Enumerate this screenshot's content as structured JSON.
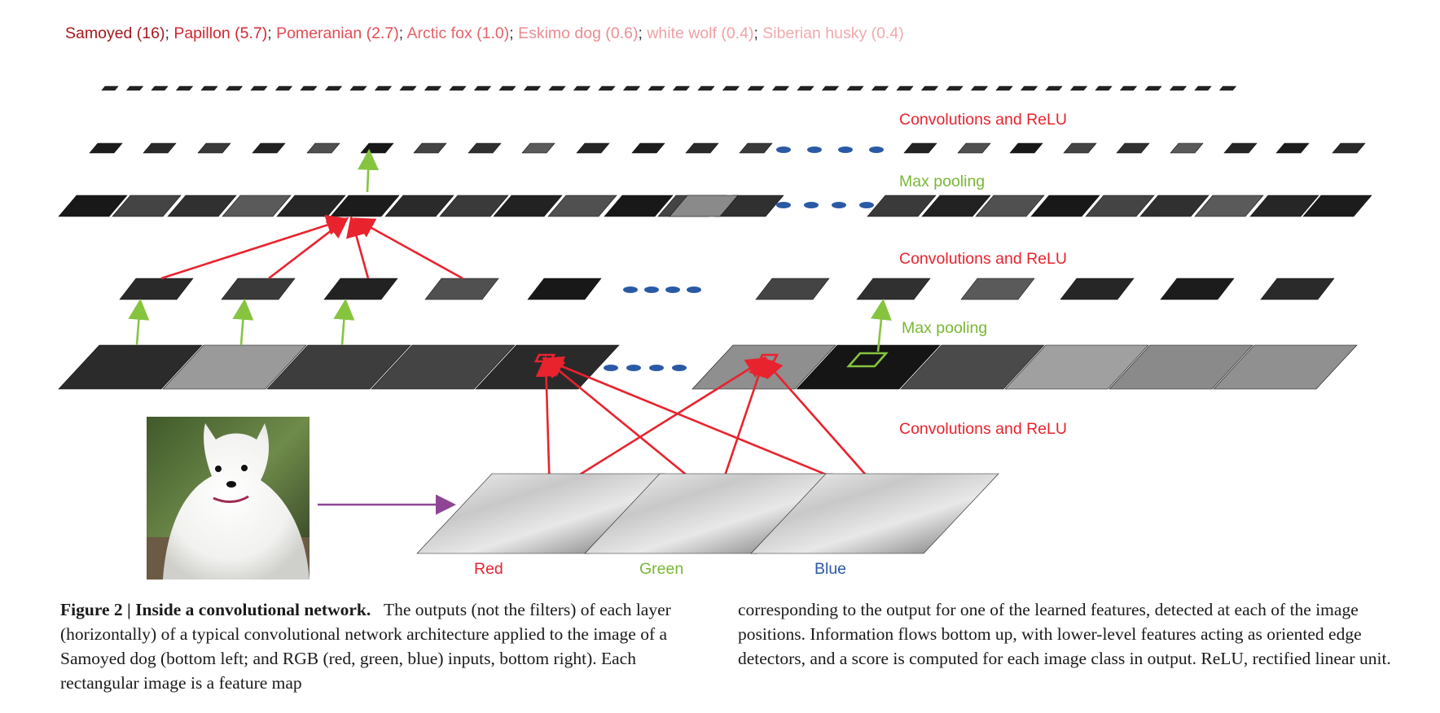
{
  "scores": [
    {
      "label": "Samoyed (16)",
      "color": "#a5181f"
    },
    {
      "label": "Papillon (5.7)",
      "color": "#d42631"
    },
    {
      "label": "Pomeranian (2.7)",
      "color": "#e34b54"
    },
    {
      "label": "Arctic fox (1.0)",
      "color": "#e5636a"
    },
    {
      "label": "Eskimo dog (0.6)",
      "color": "#ec8c91"
    },
    {
      "label": "white wolf (0.4)",
      "color": "#efa0a4"
    },
    {
      "label": "Siberian husky (0.4)",
      "color": "#f1a9ad"
    }
  ],
  "labels": {
    "conv_relu_top": "Convolutions and ReLU",
    "max_pool_top": "Max pooling",
    "conv_relu_mid": "Convolutions and ReLU",
    "max_pool_bottom": "Max pooling",
    "conv_relu_bottom": "Convolutions and ReLU",
    "channel_red": "Red",
    "channel_green": "Green",
    "channel_blue": "Blue"
  },
  "caption": {
    "figure_label": "Figure 2 | Inside a convolutional network.",
    "left_text": "The outputs (not the filters) of each layer (horizontally) of a typical convolutional network architecture applied to the image of a Samoyed dog (bottom left; and RGB (red, green, blue) inputs, bottom right). Each rectangular image is a feature map",
    "right_text": "corresponding to the output for one of the learned features, detected at each of the image positions. Information flows bottom up, with lower-level features acting as oriented edge detectors, and a score is computed for each image class in output. ReLU, rectified linear unit."
  },
  "colors": {
    "conv_arrow": "#e8232e",
    "pool_arrow": "#86c440",
    "input_arrow": "#8e4595",
    "ellipsis_dots": "#2a5aa6"
  }
}
